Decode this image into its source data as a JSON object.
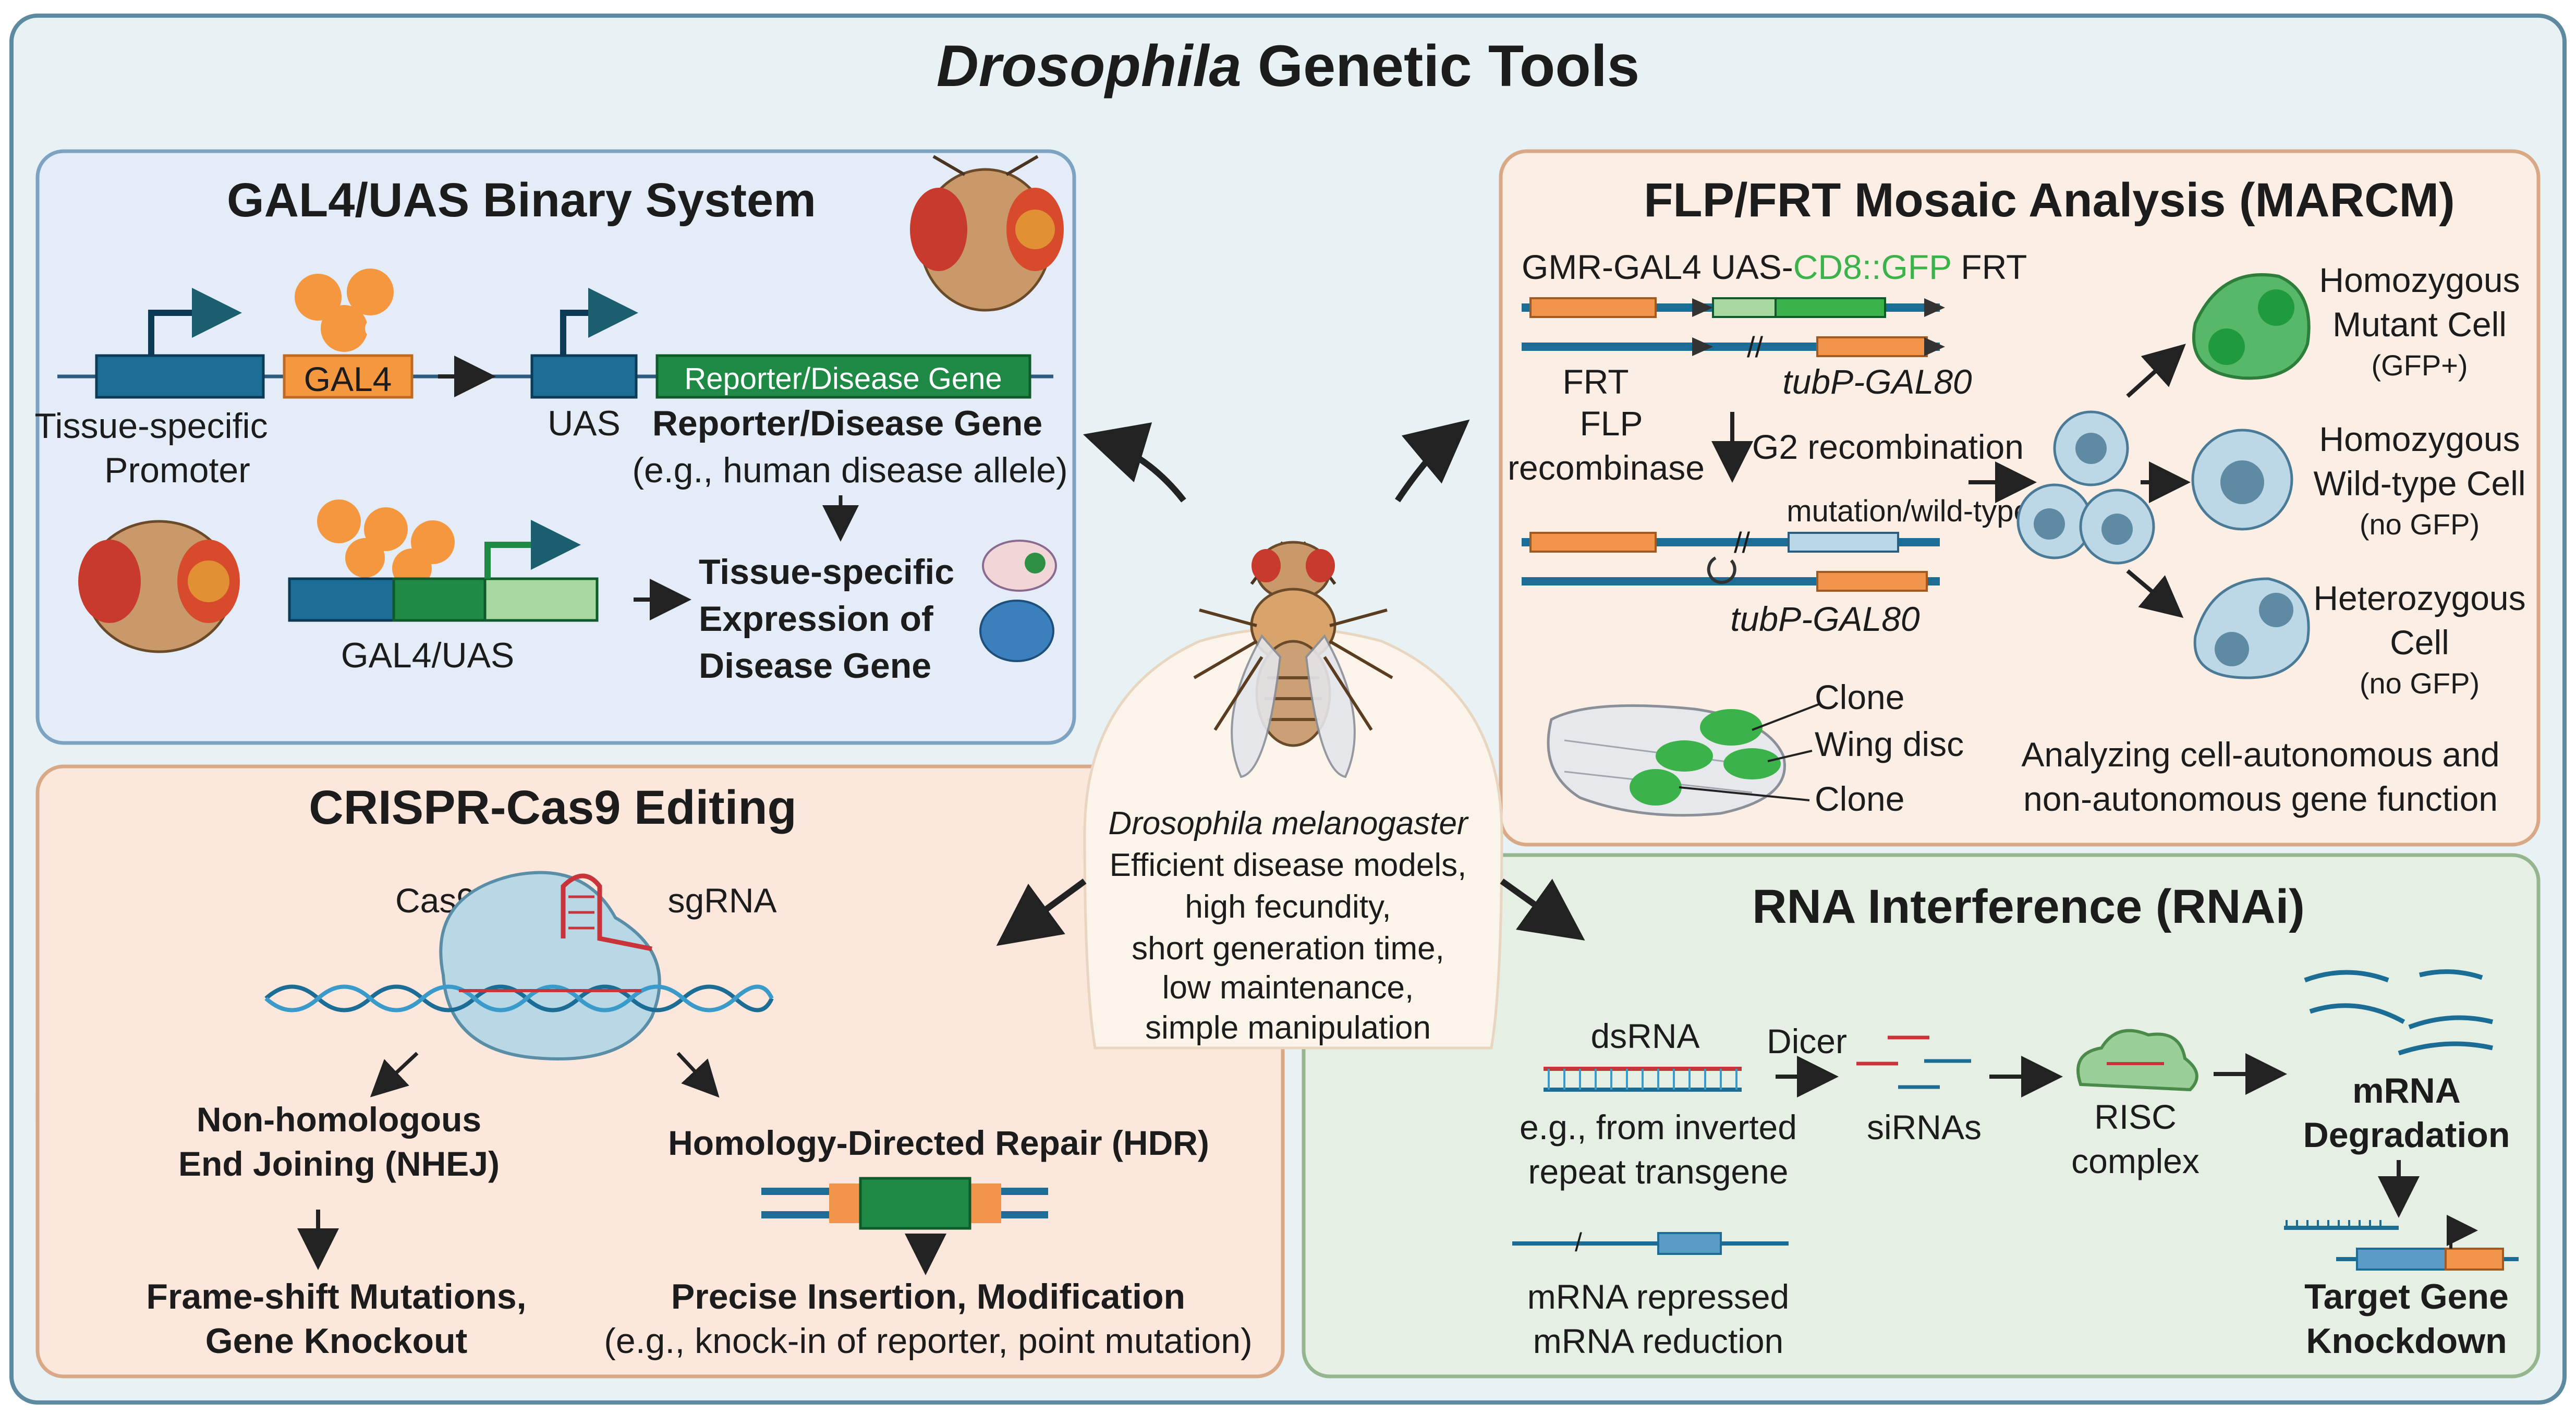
{
  "title": {
    "italic": "Drosophila",
    "rest": " Genetic Tools"
  },
  "gal4": {
    "heading": "GAL4/UAS Binary System",
    "gal4_box": "GAL4",
    "reporter_box": "Reporter/Disease Gene",
    "tissue_specific": "Tissue-specific",
    "promoter": "Promoter",
    "uas": "UAS",
    "reporter_label": "Reporter/Disease Gene",
    "example": "(e.g., human disease allele)",
    "gal4uas": "GAL4/UAS",
    "expr_line1": "Tissue-specific",
    "expr_line2": "Expression of",
    "expr_line3": "Disease Gene"
  },
  "flp": {
    "heading": "FLP/FRT Mosaic Analysis (MARCM)",
    "construct_a": "GMR-GAL4 UAS-",
    "construct_green": "CD8::GFP",
    "construct_b": " FRT",
    "tubp_1": "tubP-GAL80",
    "frt": "FRT",
    "flp": "FLP",
    "recombinase": "recombinase",
    "g2": "G2 recombination",
    "mutation": "mutation/wild-type",
    "tubp_2": "tubP-GAL80",
    "homo_mut_1": "Homozygous",
    "homo_mut_2": "Mutant Cell",
    "homo_mut_3": "(GFP+)",
    "homo_wt_1": "Homozygous",
    "homo_wt_2": "Wild-type Cell",
    "homo_wt_3": "(no GFP)",
    "het_1": "Heterozygous",
    "het_2": "Cell",
    "het_3": "(no GFP)",
    "clone_1": "Clone",
    "wing_disc": "Wing disc",
    "clone_2": "Clone",
    "analysis_1": "Analyzing cell-autonomous and",
    "analysis_2": "non-autonomous gene function"
  },
  "center": {
    "species": "Drosophila melanogaster",
    "line1": "Efficient disease models,",
    "line2": "high fecundity,",
    "line3": "short generation time,",
    "line4": "low maintenance,",
    "line5": "simple manipulation"
  },
  "crispr": {
    "heading": "CRISPR-Cas9 Editing",
    "cas9": "Cas9",
    "sgrna": "sgRNA",
    "nhej_1": "Non-homologous",
    "nhej_2": "End Joining (NHEJ)",
    "hdr": "Homology-Directed Repair (HDR)",
    "fs_1": "Frame-shift Mutations,",
    "fs_2": "Gene Knockout",
    "pi_1": "Precise Insertion, Modification",
    "pi_2": "(e.g., knock-in of reporter, point mutation)"
  },
  "rnai": {
    "heading": "RNA Interference (RNAi)",
    "dsrna": "dsRNA",
    "dicer": "Dicer",
    "eg_1": "e.g., from inverted",
    "eg_2": "repeat transgene",
    "sirnas": "siRNAs",
    "risc_1": "RISC",
    "risc_2": "complex",
    "mdeg_1": "mRNA",
    "mdeg_2": "Degradation",
    "rep_1": "mRNA repressed",
    "rep_2": "mRNA reduction",
    "kd_1": "Target Gene",
    "kd_2": "Knockdown"
  },
  "colors": {
    "frame": "#e8f1f3",
    "gal4_panel": "#e4edf7",
    "flp_panel": "#fbeee4",
    "crispr_panel": "#fbe7dc",
    "rnai_panel": "#e6efe4",
    "gfp_green": "#3bb34a",
    "dna_blue": "#1b6d95",
    "orange": "#f0954a",
    "gene_green": "#1e8a45"
  }
}
